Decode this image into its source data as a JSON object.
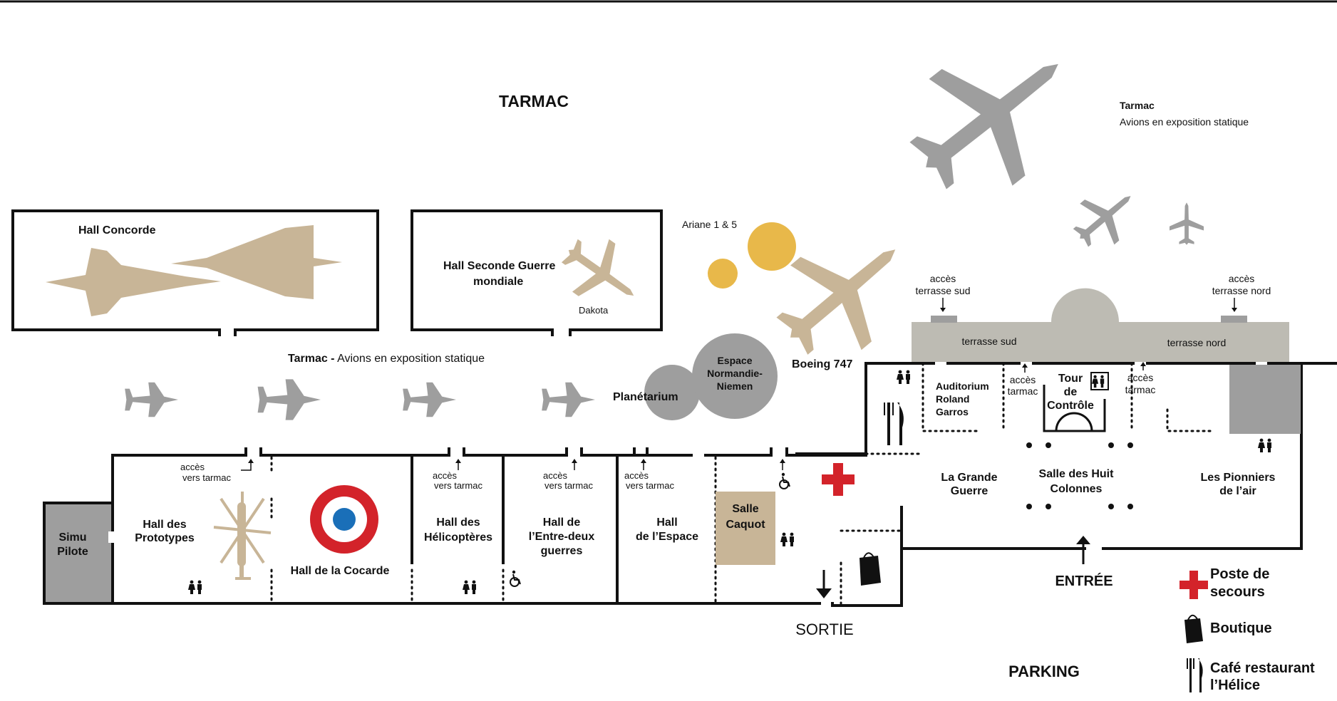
{
  "zones": {
    "tarmac_main": "TARMAC",
    "tarmac_right_title": "Tarmac",
    "tarmac_right_sub": "Avions en exposition statique",
    "tarmac_mid_bold": "Tarmac -",
    "tarmac_mid_rest": " Avions en exposition statique",
    "parking": "PARKING",
    "entree": "ENTRÉE",
    "sortie": "SORTIE"
  },
  "halls": {
    "concorde": "Hall Concorde",
    "seconde_guerre_1": "Hall Seconde Guerre",
    "seconde_guerre_2": "mondiale",
    "dakota": "Dakota",
    "ariane": "Ariane 1 & 5",
    "boeing": "Boeing 747",
    "planetarium": "Planétarium",
    "espace_nn_1": "Espace",
    "espace_nn_2": "Normandie-",
    "espace_nn_3": "Niemen",
    "terrasse_sud": "terrasse sud",
    "terrasse_nord": "terrasse nord",
    "acces_ts_1": "accès",
    "acces_ts_2": "terrasse sud",
    "acces_tn_1": "accès",
    "acces_tn_2": "terrasse nord",
    "auditorium_1": "Auditorium",
    "auditorium_2": "Roland",
    "auditorium_3": "Garros",
    "tour_1": "Tour",
    "tour_2": "de",
    "tour_3": "Contrôle",
    "acces_tarmac_a1": "accès",
    "acces_tarmac_a2": "tarmac",
    "acces_tarmac_b1": "accès",
    "acces_tarmac_b2": "tarmac",
    "grande_guerre_1": "La Grande",
    "grande_guerre_2": "Guerre",
    "huit_colonnes_1": "Salle des Huit",
    "huit_colonnes_2": "Colonnes",
    "pionniers_1": "Les Pionniers",
    "pionniers_2": "de l’air",
    "simu_1": "Simu",
    "simu_2": "Pilote",
    "prototypes_1": "Hall des",
    "prototypes_2": "Prototypes",
    "cocarde": "Hall de la Cocarde",
    "helicopteres_1": "Hall des",
    "helicopteres_2": "Hélicoptères",
    "entre_deux_1": "Hall de",
    "entre_deux_2": "l’Entre-deux",
    "entre_deux_3": "guerres",
    "espace_1": "Hall",
    "espace_2": "de l’Espace",
    "caquot_1": "Salle",
    "caquot_2": "Caquot",
    "acces_vt_1_1": "accès",
    "acces_vt_1_2": "vers tarmac",
    "acces_vt_2_1": "accès",
    "acces_vt_2_2": "vers tarmac",
    "acces_vt_3_1": "accès",
    "acces_vt_3_2": "vers tarmac",
    "acces_vt_4_1": "accès",
    "acces_vt_4_2": "vers tarmac"
  },
  "legend": {
    "poste_1": "Poste de",
    "poste_2": "secours",
    "boutique": "Boutique",
    "cafe_1": "Café restaurant",
    "cafe_2": "l’Hélice"
  },
  "colors": {
    "tan": "#c8b597",
    "grey": "#9e9e9e",
    "terrace": "#bdbbb3",
    "ariane": "#e8b84a",
    "cocarde_red": "#d3232a",
    "cocarde_blue": "#1a6fb8",
    "first_aid": "#d3232a"
  },
  "icons": [
    "toilets-icon",
    "wheelchair-icon",
    "restaurant-icon",
    "shop-bag-icon",
    "first-aid-cross-icon",
    "elevator-icon",
    "arrow-icon"
  ]
}
